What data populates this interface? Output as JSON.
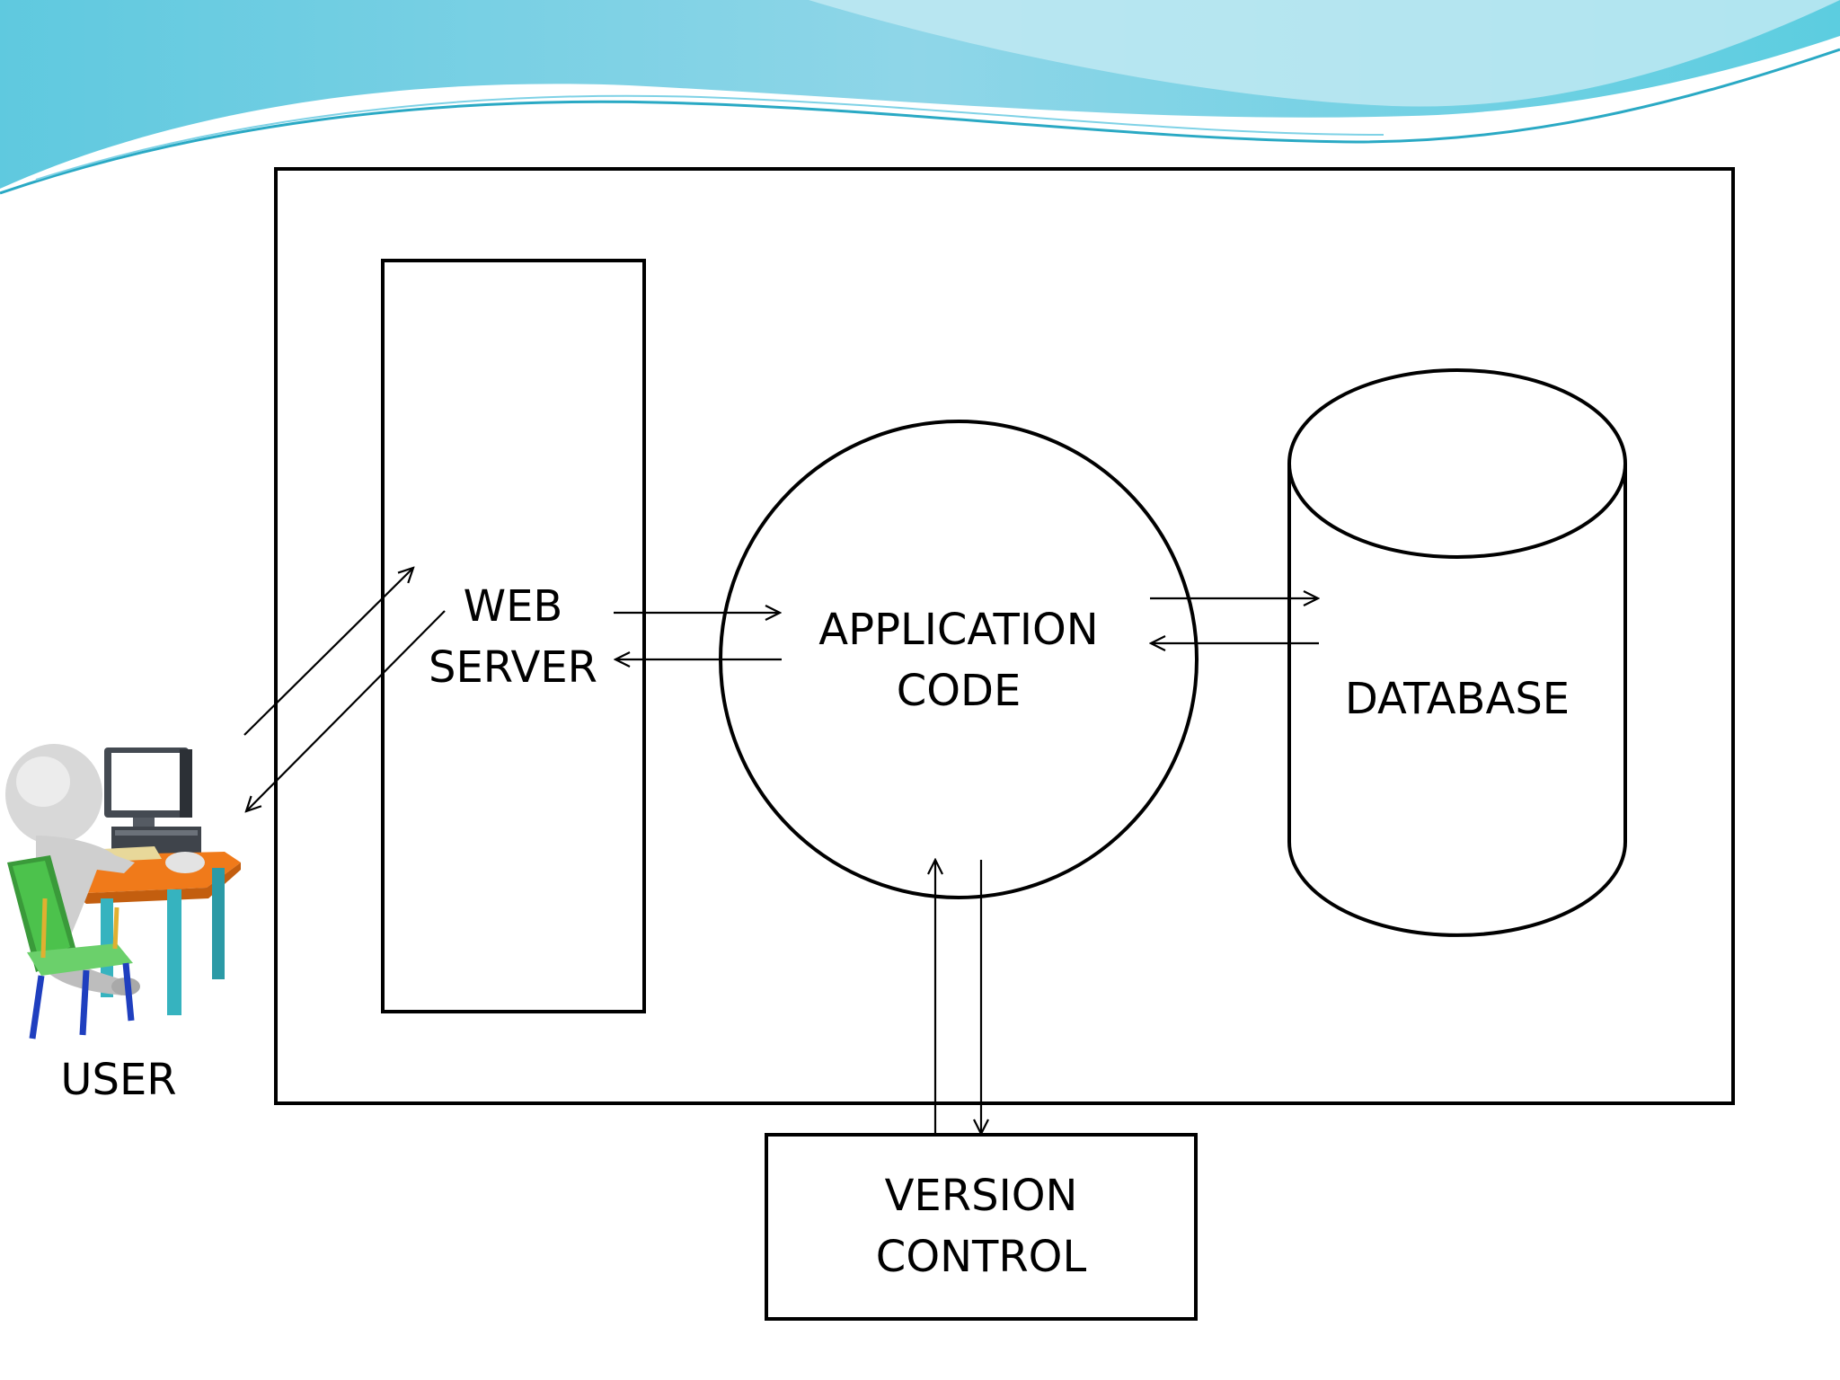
{
  "diagram": {
    "nodes": {
      "user": {
        "label": "USER"
      },
      "web_server": {
        "lines": [
          "WEB",
          "SERVER"
        ]
      },
      "application_code": {
        "lines": [
          "APPLICATION",
          "CODE"
        ]
      },
      "database": {
        "label": "DATABASE"
      },
      "version_control": {
        "lines": [
          "VERSION",
          "CONTROL"
        ]
      }
    },
    "edges": [
      {
        "from": "user",
        "to": "web_server"
      },
      {
        "from": "web_server",
        "to": "user"
      },
      {
        "from": "web_server",
        "to": "application_code"
      },
      {
        "from": "application_code",
        "to": "web_server"
      },
      {
        "from": "application_code",
        "to": "database"
      },
      {
        "from": "database",
        "to": "application_code"
      },
      {
        "from": "version_control",
        "to": "application_code"
      },
      {
        "from": "application_code",
        "to": "version_control"
      }
    ]
  },
  "colors": {
    "wave_light": "#bfe9f2",
    "wave_mid": "#7fd2e6",
    "wave_dark": "#2aa9c4",
    "stroke": "#000000"
  }
}
